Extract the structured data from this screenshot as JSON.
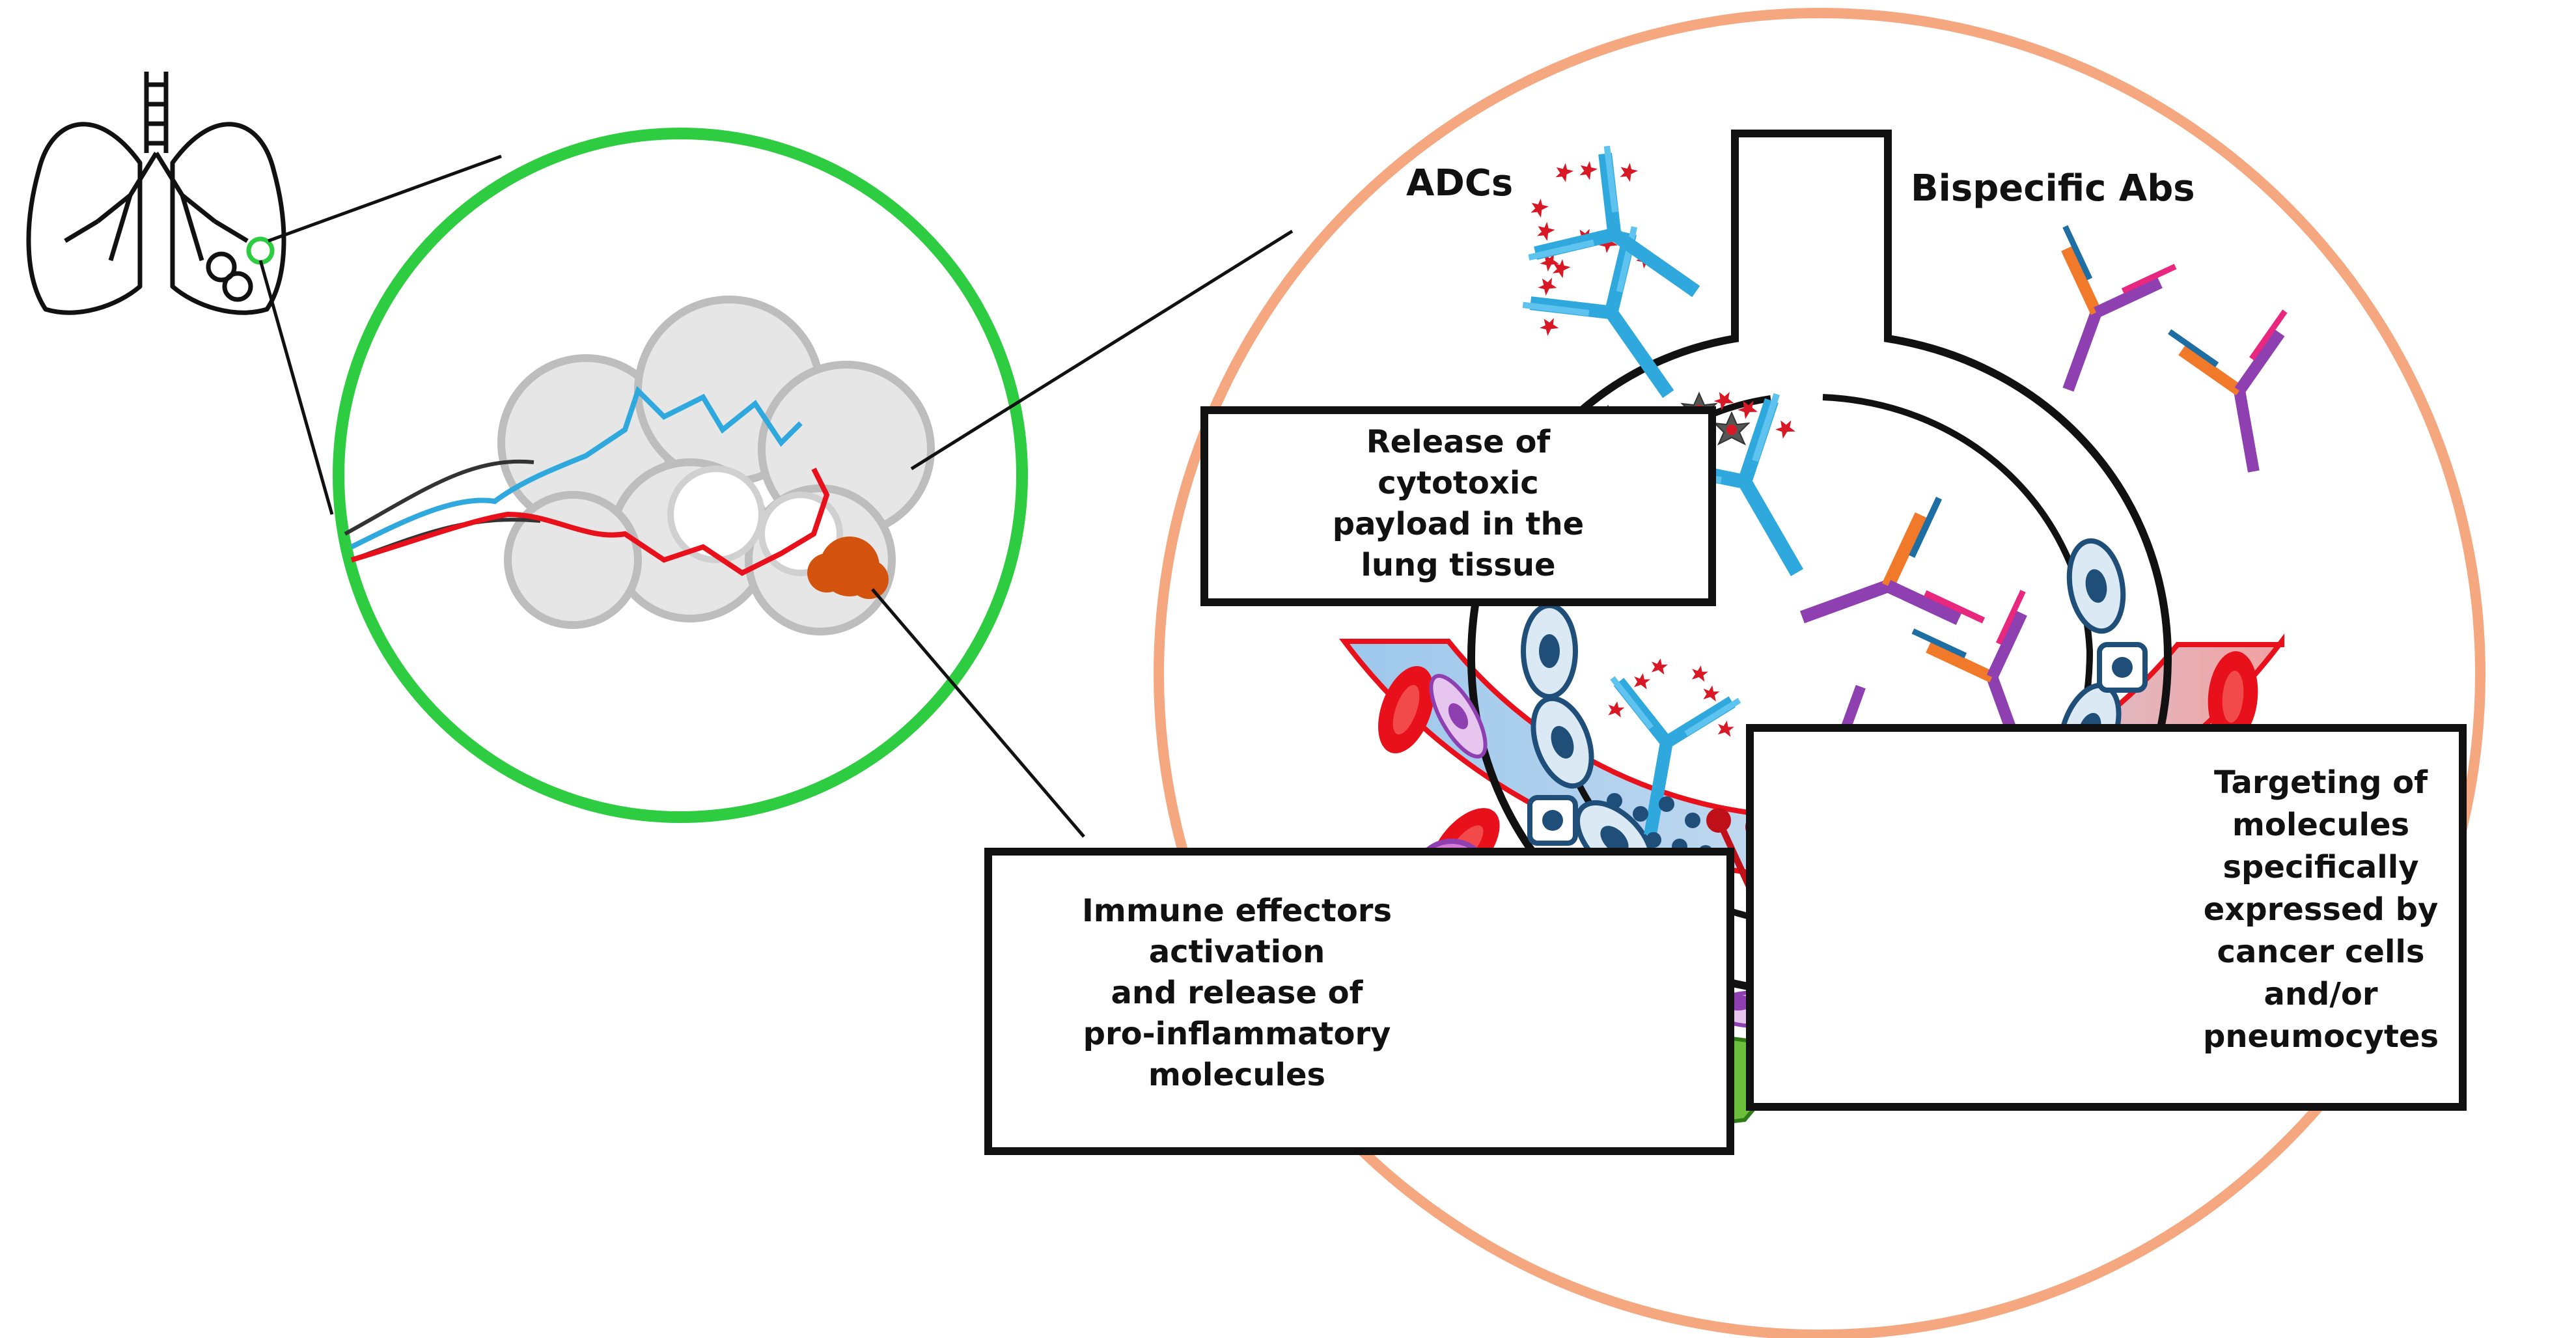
{
  "labels": {
    "adcs": "ADCs",
    "bispecific": "Bispecific Abs"
  },
  "boxes": {
    "release": [
      "Release of",
      "cytotoxic",
      "payload in the",
      "lung tissue"
    ],
    "immune": [
      "Immune effectors",
      "activation",
      "and release of",
      "pro-inflammatory",
      "molecules"
    ],
    "targeting": [
      "Targeting of",
      "molecules",
      "specifically",
      "expressed by",
      "cancer cells",
      "and/or",
      "pneumocytes"
    ]
  },
  "colors": {
    "green_ring": "#2ecc40",
    "peach_ring": "#f5a880",
    "vessel_red": "#e8101a",
    "vessel_blue": "#9cc7ec",
    "adc_blue": "#2fa8de",
    "payload_red": "#d91825",
    "bispecific_purple": "#8e3fb0",
    "bispecific_orange": "#f07a2a",
    "bispecific_pink": "#e8287e",
    "tumor_orange": "#d2520e",
    "pneumocyte_fill": "#dbe9f5",
    "pneumocyte_nucleus": "#1f4e79"
  },
  "icons": [
    "lungs-icon",
    "alveoli-cluster-icon",
    "antibody-drug-conjugate-icon",
    "bispecific-antibody-icon",
    "red-blood-cell-icon",
    "immune-cell-icon",
    "tumor-cell-icon"
  ]
}
